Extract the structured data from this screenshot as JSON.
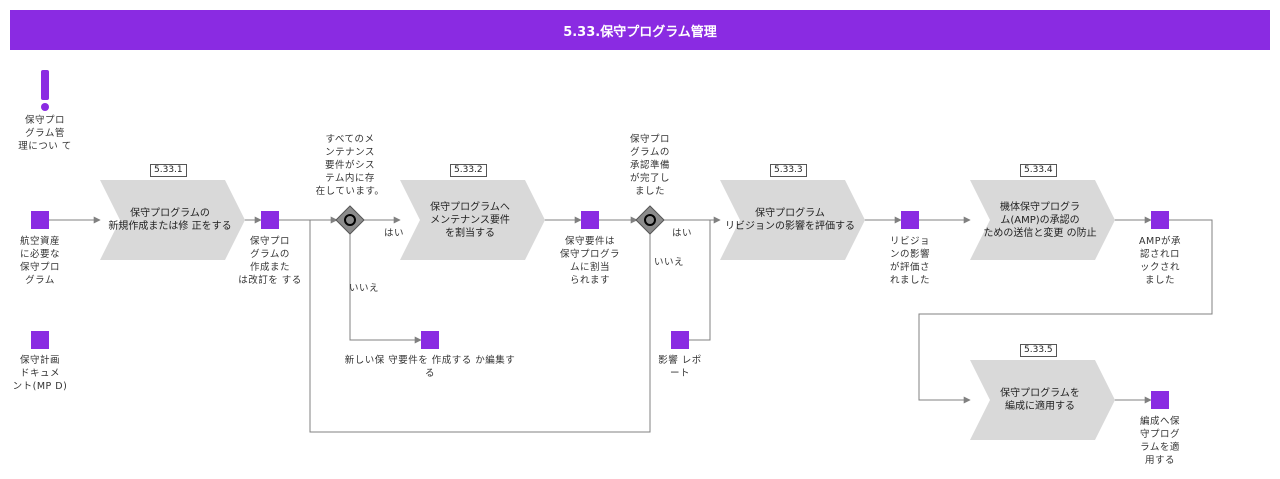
{
  "header": {
    "title": "5.33.保守プログラム管理"
  },
  "info": {
    "label": "保守プロ\nグラム管\n理につい て"
  },
  "steps": [
    {
      "num": "5.33.1",
      "label": "保守プログラムの\n新規作成または修 正をする"
    },
    {
      "num": "5.33.2",
      "label": "保守プログラムへ\nメンテナンス要件\nを割当する"
    },
    {
      "num": "5.33.3",
      "label": "保守プログラム\nリビジョンの影響を評価する"
    },
    {
      "num": "5.33.4",
      "label": "機体保守プログラ\nム(AMP)の承認の\nための送信と変更 の防止"
    },
    {
      "num": "5.33.5",
      "label": "保守プログラムを\n編成に適用する"
    }
  ],
  "objects": [
    {
      "label": "航空資産\nに必要な\n保守プロ\nグラム"
    },
    {
      "label": "保守計画\nドキュメ\nント(MP D)"
    },
    {
      "label": "保守プロ\nグラムの\n作成また\nは改訂を する"
    },
    {
      "label": "新しい保 守要件を 作成する か編集す\nる"
    },
    {
      "label": "保守要件は\n保守プログラ\nムに割当\nられます"
    },
    {
      "label": "影響 レポ\nート"
    },
    {
      "label": "リビジョ\nンの影響\nが評価さ\nれました"
    },
    {
      "label": "AMPが承\n認されロ\nックされ\nました"
    },
    {
      "label": "編成へ保\n守プログ\nラムを適\n用する"
    }
  ],
  "gateways": [
    {
      "question": "すべてのメ\nンテナンス\n要件がシス\nテム内に存\n在しています。",
      "yes": "はい",
      "no": "いいえ"
    },
    {
      "question": "保守プロ\nグラムの\n承認準備\nが完了し\nました",
      "yes": "はい",
      "no": "いいえ"
    }
  ],
  "colors": {
    "accent": "#8a2be2",
    "step_fill": "#d9d9d9",
    "gateway_fill": "#8c8c8c",
    "line": "#808080"
  }
}
